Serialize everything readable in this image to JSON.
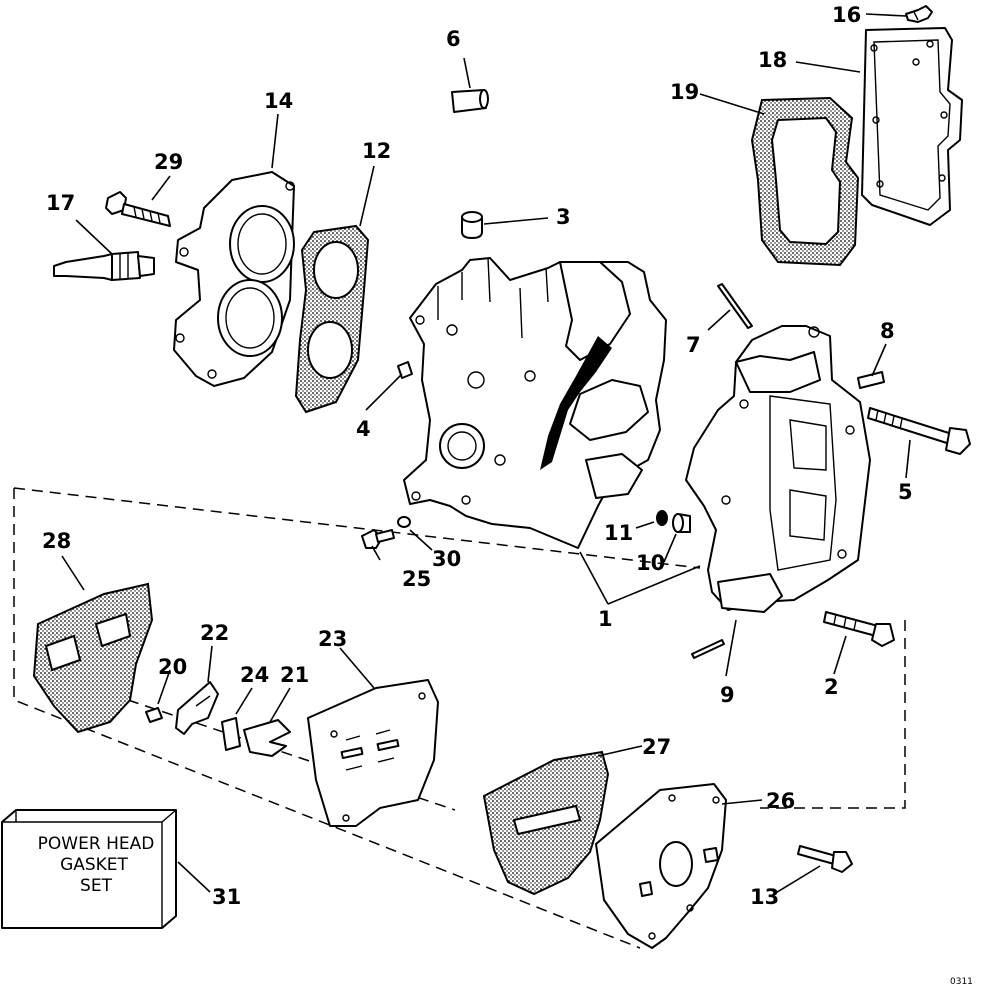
{
  "diagram": {
    "colors": {
      "ink": "#000000",
      "paper": "#ffffff"
    },
    "callouts": {
      "p1": "1",
      "p2": "2",
      "p3": "3",
      "p4": "4",
      "p5": "5",
      "p6": "6",
      "p7": "7",
      "p8": "8",
      "p9": "9",
      "p10": "10",
      "p11": "11",
      "p12": "12",
      "p13": "13",
      "p14": "14",
      "p16": "16",
      "p17": "17",
      "p18": "18",
      "p19": "19",
      "p20": "20",
      "p21": "21",
      "p22": "22",
      "p23": "23",
      "p24": "24",
      "p25": "25",
      "p26": "26",
      "p27": "27",
      "p28": "28",
      "p29": "29",
      "p30": "30",
      "p31": "31"
    },
    "gasket_set_box": {
      "line1": "POWER HEAD",
      "line2": "GASKET",
      "line3": "SET"
    },
    "corner_stamp": "0311"
  }
}
